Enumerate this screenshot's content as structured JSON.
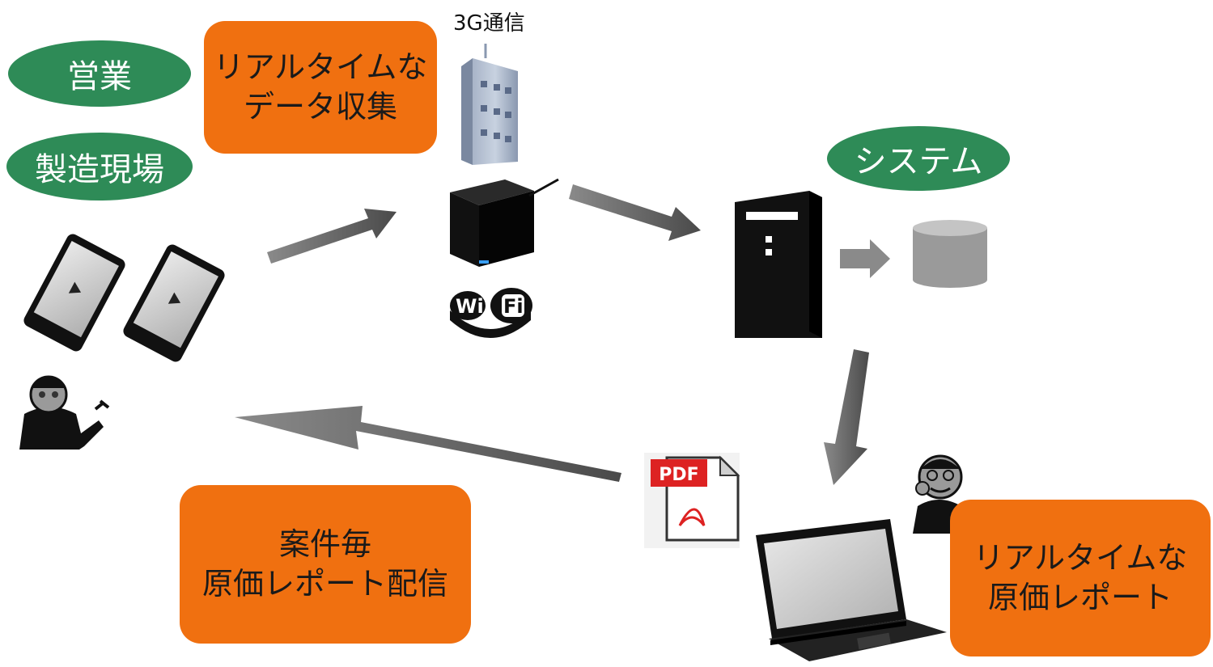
{
  "labels": {
    "eigyo": "営業",
    "seizo": "製造現場",
    "system": "システム",
    "g3": "3G通信",
    "realtime_collect_l1": "リアルタイムな",
    "realtime_collect_l2": "データ収集",
    "distribute_l1": "案件毎",
    "distribute_l2": "原価レポート配信",
    "realtime_report_l1": "リアルタイムな",
    "realtime_report_l2": "原価レポート",
    "pdf": "PDF",
    "wifi_wi": "Wi",
    "wifi_fi": "Fi"
  },
  "colors": {
    "pill_green": "#2e8b57",
    "box_orange": "#f07010",
    "arrow_gray": "#6e6e6e"
  },
  "icons": [
    "tablet-icon",
    "worker-icon",
    "cell-tower-icon",
    "router-icon",
    "wifi-icon",
    "server-icon",
    "database-icon",
    "pdf-icon",
    "laptop-icon",
    "manager-icon"
  ]
}
